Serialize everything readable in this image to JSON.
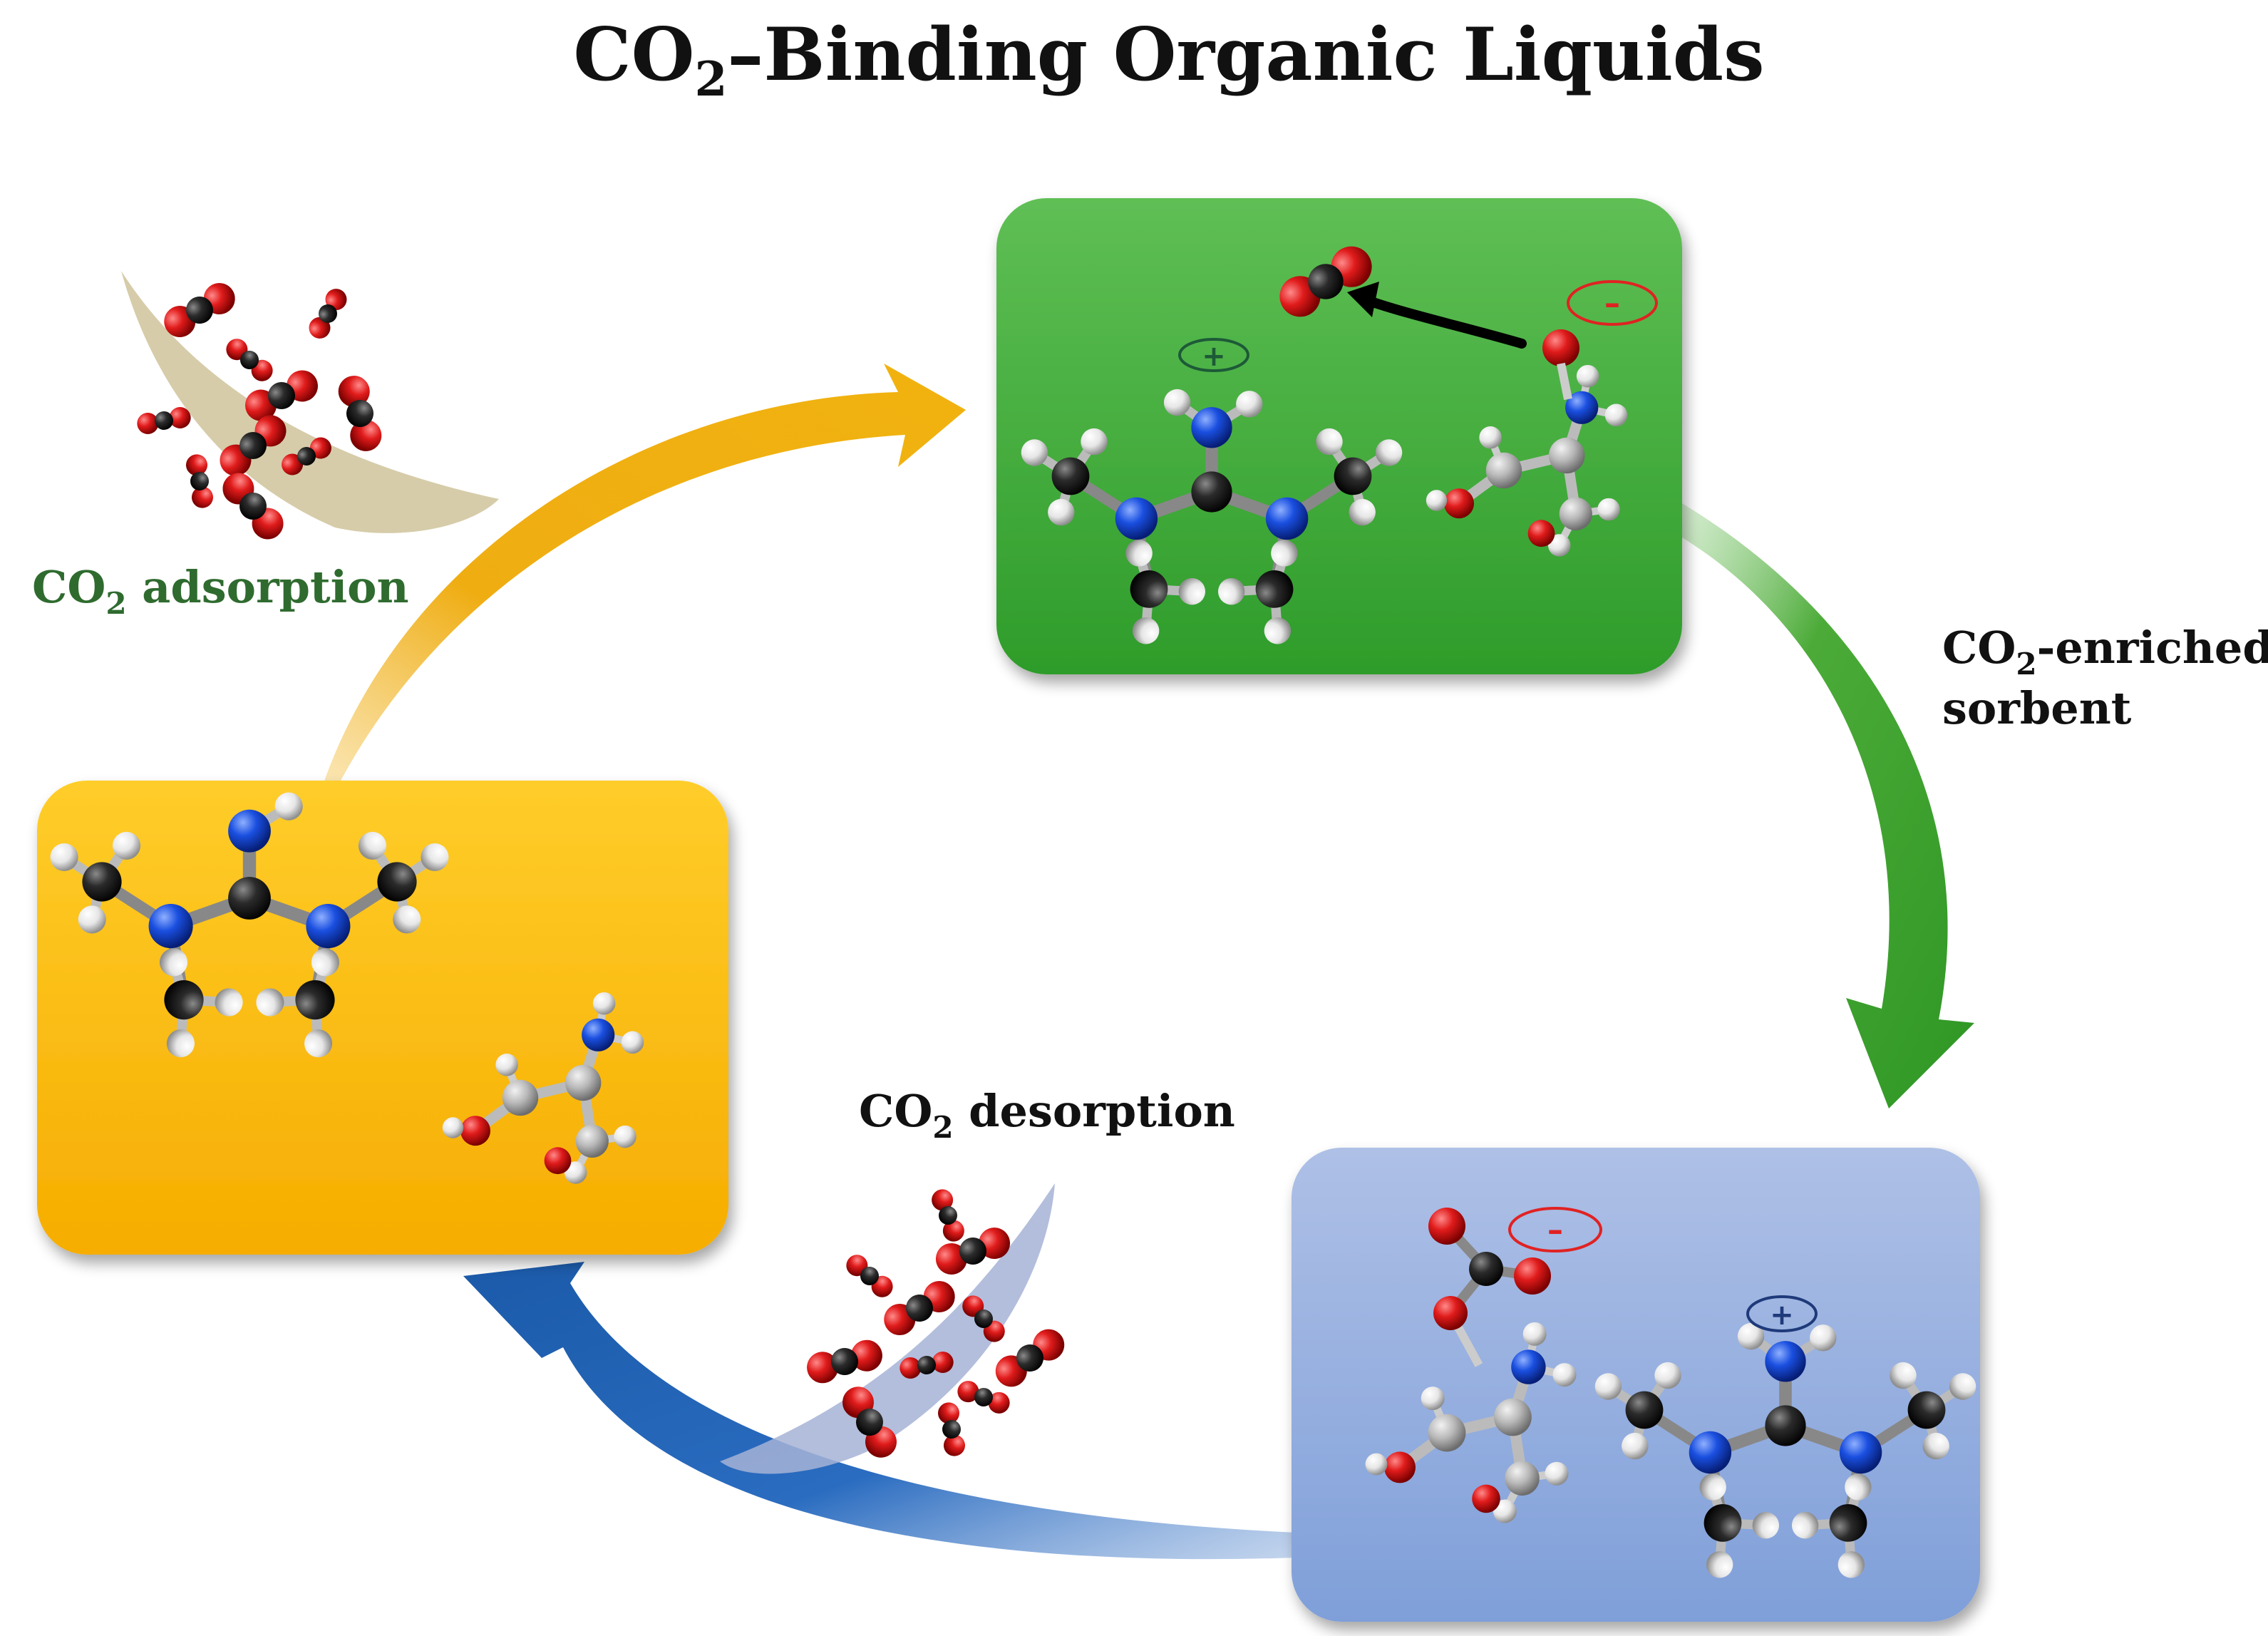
{
  "title": {
    "prefix": "CO",
    "subscript": "2",
    "suffix": "–Binding Organic Liquids"
  },
  "labels": {
    "adsorption": {
      "prefix": "CO",
      "subscript": "2",
      "suffix": " adsorption"
    },
    "enriched": {
      "line1_prefix": "CO",
      "line1_subscript": "2",
      "line1_suffix": "-enriched",
      "line2": "sorbent"
    },
    "desorption": {
      "prefix": "CO",
      "subscript": "2",
      "suffix": " desorption"
    }
  },
  "charges": {
    "green_plus": "+",
    "green_minus": "–",
    "blue_minus": "–",
    "blue_plus": "+"
  },
  "colors": {
    "title_text": "#111111",
    "adsorption_label": "#2f6b2f",
    "amber_box_top": "#ffcd2a",
    "amber_box_bottom": "#f6ad00",
    "green_box_top": "#5fbf55",
    "green_box_bottom": "#2e9c2a",
    "blue_box_top": "#aec0e6",
    "blue_box_bottom": "#7f9fd9",
    "arrow_orange": "#efad12",
    "arrow_green": "#3aa02d",
    "arrow_blue": "#1f62b3",
    "oxygen": "#e01b1b",
    "carbon": "#2b2b2b",
    "nitrogen": "#1a4fe0",
    "hydrogen": "#efefef",
    "carbon_light": "#b9b9b9",
    "plus_circle": "#1d5a37",
    "minus_circle": "#e02222",
    "plus_circle_blue": "#1f3a7a"
  }
}
